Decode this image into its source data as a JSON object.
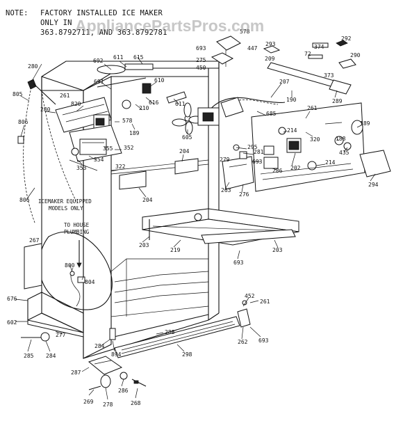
{
  "note": {
    "prefix": "NOTE:",
    "line1": "FACTORY INSTALLED ICE MAKER",
    "line2": "ONLY IN",
    "line3": "363.8792711, AND 363.8792781"
  },
  "watermark": "AppliancePartsPros.com",
  "annotations": {
    "icemaker_a": "ICEMAKER EQUIPPED",
    "icemaker_b": "MODELS ONLY",
    "plumbing_a": "TO HOUSE",
    "plumbing_b": "PLUMBING"
  },
  "callouts": [
    {
      "id": "578",
      "text": "578"
    },
    {
      "id": "447",
      "text": "447"
    },
    {
      "id": "693a",
      "text": "693"
    },
    {
      "id": "275",
      "text": "275"
    },
    {
      "id": "450",
      "text": "450"
    },
    {
      "id": "293",
      "text": "293"
    },
    {
      "id": "374",
      "text": "374"
    },
    {
      "id": "292",
      "text": "292"
    },
    {
      "id": "72",
      "text": "72"
    },
    {
      "id": "209",
      "text": "209"
    },
    {
      "id": "290",
      "text": "290"
    },
    {
      "id": "373",
      "text": "373"
    },
    {
      "id": "280",
      "text": "280"
    },
    {
      "id": "692",
      "text": "692"
    },
    {
      "id": "611a",
      "text": "611"
    },
    {
      "id": "615",
      "text": "615"
    },
    {
      "id": "691",
      "text": "691"
    },
    {
      "id": "610",
      "text": "610"
    },
    {
      "id": "805",
      "text": "805"
    },
    {
      "id": "280b",
      "text": "280"
    },
    {
      "id": "616",
      "text": "616"
    },
    {
      "id": "611b",
      "text": "611"
    },
    {
      "id": "207",
      "text": "207"
    },
    {
      "id": "190",
      "text": "190"
    },
    {
      "id": "289",
      "text": "289"
    },
    {
      "id": "261a",
      "text": "261"
    },
    {
      "id": "820",
      "text": "820"
    },
    {
      "id": "210",
      "text": "210"
    },
    {
      "id": "685",
      "text": "685"
    },
    {
      "id": "605",
      "text": "605"
    },
    {
      "id": "261b",
      "text": "261"
    },
    {
      "id": "189a",
      "text": "189"
    },
    {
      "id": "578b",
      "text": "578"
    },
    {
      "id": "189b",
      "text": "189"
    },
    {
      "id": "214a",
      "text": "214"
    },
    {
      "id": "320",
      "text": "320"
    },
    {
      "id": "188",
      "text": "188"
    },
    {
      "id": "806a",
      "text": "806"
    },
    {
      "id": "355",
      "text": "355"
    },
    {
      "id": "352",
      "text": "352"
    },
    {
      "id": "295",
      "text": "295"
    },
    {
      "id": "435",
      "text": "435"
    },
    {
      "id": "353",
      "text": "353"
    },
    {
      "id": "354",
      "text": "354"
    },
    {
      "id": "204a",
      "text": "204"
    },
    {
      "id": "281",
      "text": "281"
    },
    {
      "id": "693b",
      "text": "693"
    },
    {
      "id": "279",
      "text": "279"
    },
    {
      "id": "286",
      "text": "286"
    },
    {
      "id": "202",
      "text": "202"
    },
    {
      "id": "214b",
      "text": "214"
    },
    {
      "id": "322",
      "text": "322"
    },
    {
      "id": "263",
      "text": "263"
    },
    {
      "id": "276",
      "text": "276"
    },
    {
      "id": "294",
      "text": "294"
    },
    {
      "id": "204b",
      "text": "204"
    },
    {
      "id": "806b",
      "text": "806"
    },
    {
      "id": "203a",
      "text": "203"
    },
    {
      "id": "219",
      "text": "219"
    },
    {
      "id": "203b",
      "text": "203"
    },
    {
      "id": "267",
      "text": "267"
    },
    {
      "id": "693c",
      "text": "693"
    },
    {
      "id": "800",
      "text": "800"
    },
    {
      "id": "804",
      "text": "804"
    },
    {
      "id": "676",
      "text": "676"
    },
    {
      "id": "452",
      "text": "452"
    },
    {
      "id": "261c",
      "text": "261"
    },
    {
      "id": "602",
      "text": "602"
    },
    {
      "id": "262",
      "text": "262"
    },
    {
      "id": "693d",
      "text": "693"
    },
    {
      "id": "277",
      "text": "277"
    },
    {
      "id": "288",
      "text": "288"
    },
    {
      "id": "285",
      "text": "285"
    },
    {
      "id": "284a",
      "text": "284"
    },
    {
      "id": "284b",
      "text": "284"
    },
    {
      "id": "894",
      "text": "894"
    },
    {
      "id": "298",
      "text": "298"
    },
    {
      "id": "287",
      "text": "287"
    },
    {
      "id": "286b",
      "text": "286"
    },
    {
      "id": "269",
      "text": "269"
    },
    {
      "id": "278",
      "text": "278"
    },
    {
      "id": "268",
      "text": "268"
    }
  ]
}
